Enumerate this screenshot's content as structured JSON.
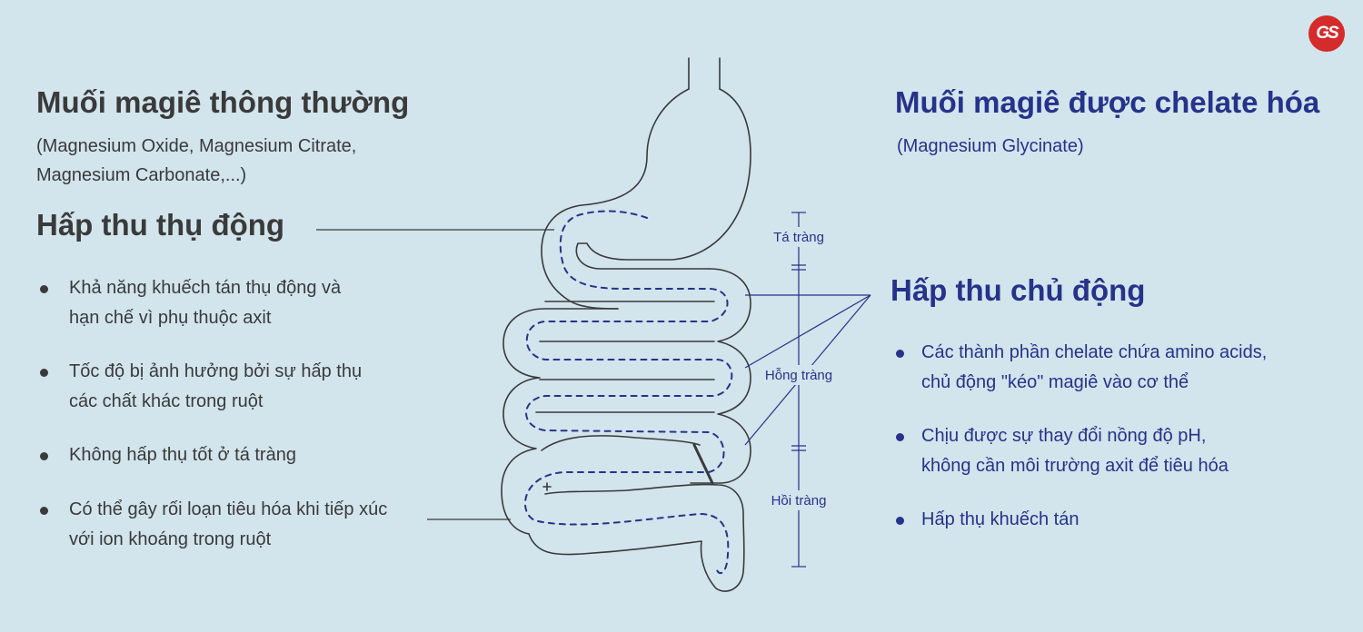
{
  "brand": {
    "logo_text": "GS",
    "logo_color": "#d52b2b"
  },
  "colors": {
    "background": "#d2e4ec",
    "left_text": "#3a3a3a",
    "right_text": "#25338a",
    "outline": "#3a3a3a",
    "accent": "#25338a"
  },
  "left": {
    "title": "Muối magiê thông thường",
    "subtitle_line1": "(Magnesium Oxide, Magnesium Citrate,",
    "subtitle_line2": "Magnesium Carbonate,...)",
    "absorption_title": "Hấp thu thụ động",
    "points": [
      {
        "line1": "Khả năng khuếch tán thụ động và",
        "line2": "hạn chế vì phụ thuộc axit"
      },
      {
        "line1": "Tốc độ bị ảnh hưởng bởi sự hấp thụ",
        "line2": "các chất khác trong ruột"
      },
      {
        "line1": "Không hấp thụ tốt ở tá tràng",
        "line2": ""
      },
      {
        "line1": "Có thể gây rối loạn tiêu hóa khi tiếp xúc",
        "line2": "với ion khoáng trong ruột"
      }
    ]
  },
  "right": {
    "title": "Muối magiê được chelate hóa",
    "subtitle": "(Magnesium Glycinate)",
    "absorption_title": "Hấp thu chủ động",
    "points": [
      {
        "line1": "Các thành phần chelate chứa amino acids,",
        "line2": "chủ động \"kéo\" magiê vào cơ thể"
      },
      {
        "line1": "Chịu được sự thay đổi nồng độ pH,",
        "line2": "không cần môi trường axit để tiêu hóa"
      },
      {
        "line1": "Hấp thụ khuếch tán",
        "line2": ""
      }
    ]
  },
  "diagram": {
    "segments": {
      "duodenum": "Tá tràng",
      "jejunum": "Hỗng tràng",
      "ileum": "Hồi tràng"
    }
  }
}
